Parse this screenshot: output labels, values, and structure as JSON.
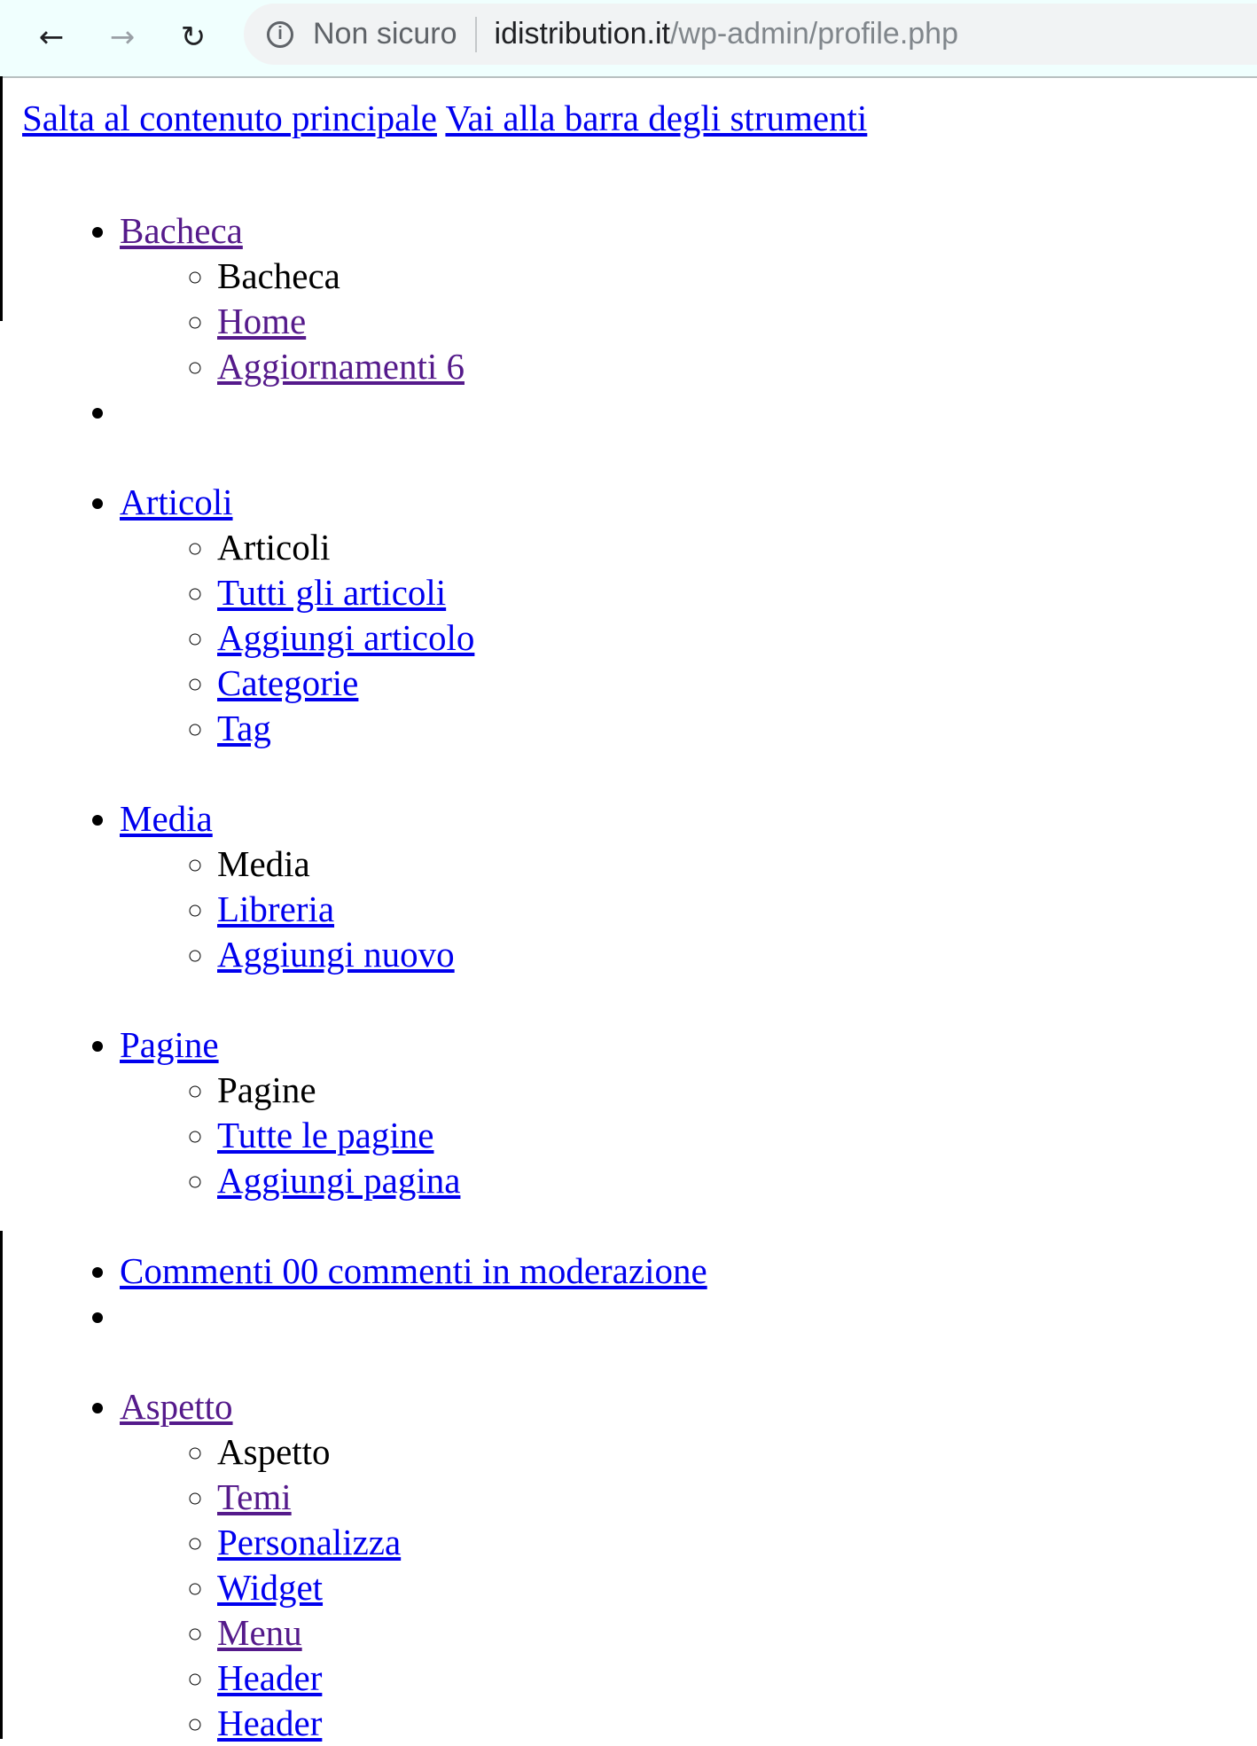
{
  "browser": {
    "security_label": "Non sicuro",
    "url_host": "idistribution.it",
    "url_path": "/wp-admin/profile.php"
  },
  "skip_links": [
    "Salta al contenuto principale",
    "Vai alla barra degli strumenti"
  ],
  "menu": [
    {
      "label": "Bacheca",
      "visited": true,
      "sub": [
        {
          "label": "Bacheca",
          "link": false
        },
        {
          "label": "Home",
          "visited": true
        },
        {
          "label": "Aggiornamenti 6",
          "visited": true
        }
      ]
    },
    {
      "label": ""
    },
    {
      "label": "Articoli",
      "sub": [
        {
          "label": "Articoli",
          "link": false
        },
        {
          "label": "Tutti gli articoli"
        },
        {
          "label": "Aggiungi articolo"
        },
        {
          "label": "Categorie"
        },
        {
          "label": "Tag"
        }
      ]
    },
    {
      "label": "Media",
      "sub": [
        {
          "label": "Media",
          "link": false
        },
        {
          "label": "Libreria"
        },
        {
          "label": "Aggiungi nuovo"
        }
      ]
    },
    {
      "label": "Pagine",
      "sub": [
        {
          "label": "Pagine",
          "link": false
        },
        {
          "label": "Tutte le pagine"
        },
        {
          "label": "Aggiungi pagina"
        }
      ]
    },
    {
      "label": "Commenti 00 commenti in moderazione"
    },
    {
      "label": ""
    },
    {
      "label": "Aspetto",
      "visited": true,
      "sub": [
        {
          "label": "Aspetto",
          "link": false
        },
        {
          "label": "Temi",
          "visited": true
        },
        {
          "label": "Personalizza"
        },
        {
          "label": "Widget"
        },
        {
          "label": "Menu",
          "visited": true
        },
        {
          "label": "Header"
        },
        {
          "label": "Header"
        }
      ]
    }
  ]
}
